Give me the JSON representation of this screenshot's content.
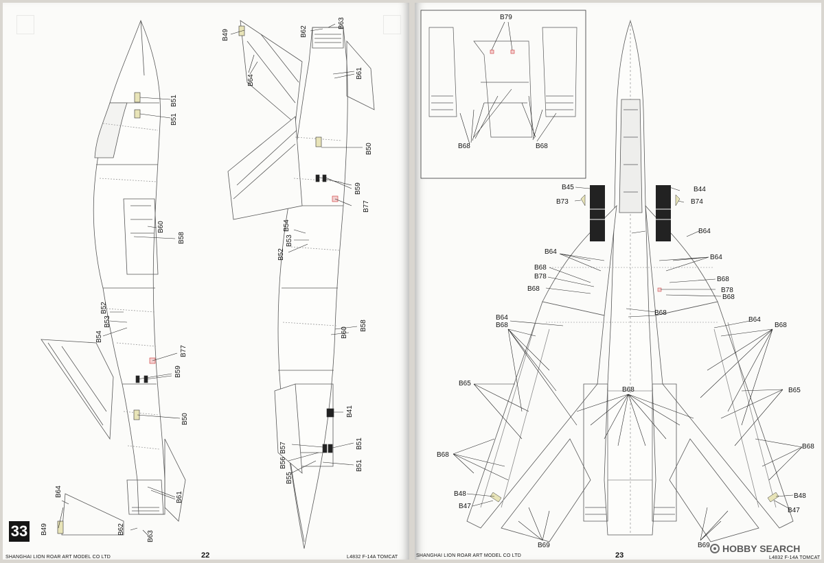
{
  "footer_left": {
    "company": "SHANGHAI LION ROAR ART MODEL CO LTD",
    "page_number": "22",
    "product": "L4832  F-14A  TOMCAT"
  },
  "footer_right": {
    "company": "SHANGHAI LION ROAR ART MODEL CO LTD",
    "page_number": "23",
    "product": "L4832  F-14A  TOMCAT"
  },
  "step_number": "33",
  "watermark": "HOBBY SEARCH",
  "callouts": {
    "side1": [
      "B51",
      "B51",
      "B60",
      "B58",
      "B52",
      "B53",
      "B54",
      "B77",
      "B59",
      "B50",
      "B64",
      "B61",
      "B49",
      "B62",
      "B63"
    ],
    "side2": [
      "B49",
      "B62",
      "B63",
      "B61",
      "B64",
      "B50",
      "B59",
      "B77",
      "B54",
      "B53",
      "B52",
      "B58",
      "B60",
      "B41",
      "B57",
      "B51",
      "B56",
      "B55",
      "B51"
    ],
    "inset": [
      "B79",
      "B68",
      "B68"
    ],
    "top": [
      "B45",
      "B44",
      "B73",
      "B74",
      "B64",
      "B64",
      "B64",
      "B68",
      "B78",
      "B68",
      "B68",
      "B78",
      "B68",
      "B68",
      "B64",
      "B68",
      "B64",
      "B68",
      "B65",
      "B65",
      "B68",
      "B68",
      "B68",
      "B48",
      "B48",
      "B47",
      "B47",
      "B69",
      "B69"
    ]
  }
}
